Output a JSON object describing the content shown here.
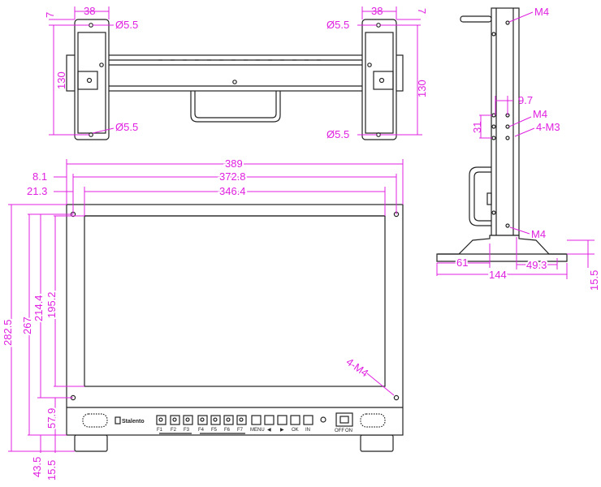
{
  "dimensions": {
    "top_w38_left": "38",
    "top_w38_right": "38",
    "top_7_left": "7",
    "top_7_right": "7",
    "top_dia_tl": "Ø5.5",
    "top_dia_tr": "Ø5.5",
    "top_dia_bl": "Ø5.5",
    "top_dia_br": "Ø5.5",
    "top_130_left": "130",
    "top_130_right": "130",
    "front_389": "389",
    "front_372_8": "372.8",
    "front_346_4": "346.4",
    "front_8_1": "8.1",
    "front_21_3": "21.3",
    "front_282_5": "282.5",
    "front_267": "267",
    "front_214_4": "214.4",
    "front_195_2": "195.2",
    "front_57_9": "57.9",
    "front_43_5": "43.5",
    "front_15_5": "15.5",
    "front_4m4": "4-M4",
    "side_m4_top": "M4",
    "side_9_7": "9.7",
    "side_m4_mid": "M4",
    "side_4m3": "4-M3",
    "side_31": "31",
    "side_m4_bot": "M4",
    "side_61": "61",
    "side_49_3": "49.3",
    "side_144": "144",
    "side_15_5": "15.5"
  },
  "brand": "Stalento",
  "buttons": [
    "1",
    "2",
    "3",
    "4",
    "5",
    "6",
    "7",
    "8"
  ],
  "button_labels": [
    "F1",
    "F2",
    "F3",
    "F4",
    "F5",
    "F6",
    "F7",
    "MENU",
    "◀",
    "▶",
    "OK",
    "IN"
  ],
  "power_labels": [
    "OFF",
    "ON"
  ],
  "colors": {
    "dimension": "#e020e0",
    "outline": "#222222"
  }
}
